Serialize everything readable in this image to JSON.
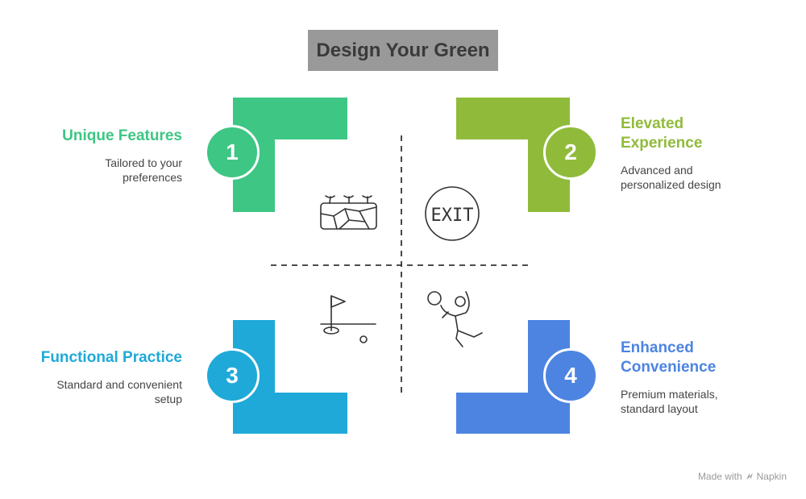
{
  "title": "Design Your Green",
  "quadrants": [
    {
      "number": "1",
      "heading": "Unique Features",
      "description_lines": [
        "Tailored to your",
        "preferences"
      ],
      "color": "#3ec684",
      "icon": "cracked-soil-sprouts-icon"
    },
    {
      "number": "2",
      "heading_lines": [
        "Elevated",
        "Experience"
      ],
      "description_lines": [
        "Advanced and",
        "personalized design"
      ],
      "color": "#90bb3a",
      "icon": "exit-sign-icon"
    },
    {
      "number": "3",
      "heading": "Functional Practice",
      "description_lines": [
        "Standard and convenient",
        "setup"
      ],
      "color": "#1fa9d8",
      "icon": "golf-flag-hole-icon"
    },
    {
      "number": "4",
      "heading_lines": [
        "Enhanced",
        "Convenience"
      ],
      "description_lines": [
        "Premium materials,",
        "standard layout"
      ],
      "color": "#4d84e1",
      "icon": "person-ball-icon"
    }
  ],
  "icon_labels": {
    "exit": "EXIT"
  },
  "footer": {
    "made_with": "Made with",
    "brand": "Napkin"
  }
}
